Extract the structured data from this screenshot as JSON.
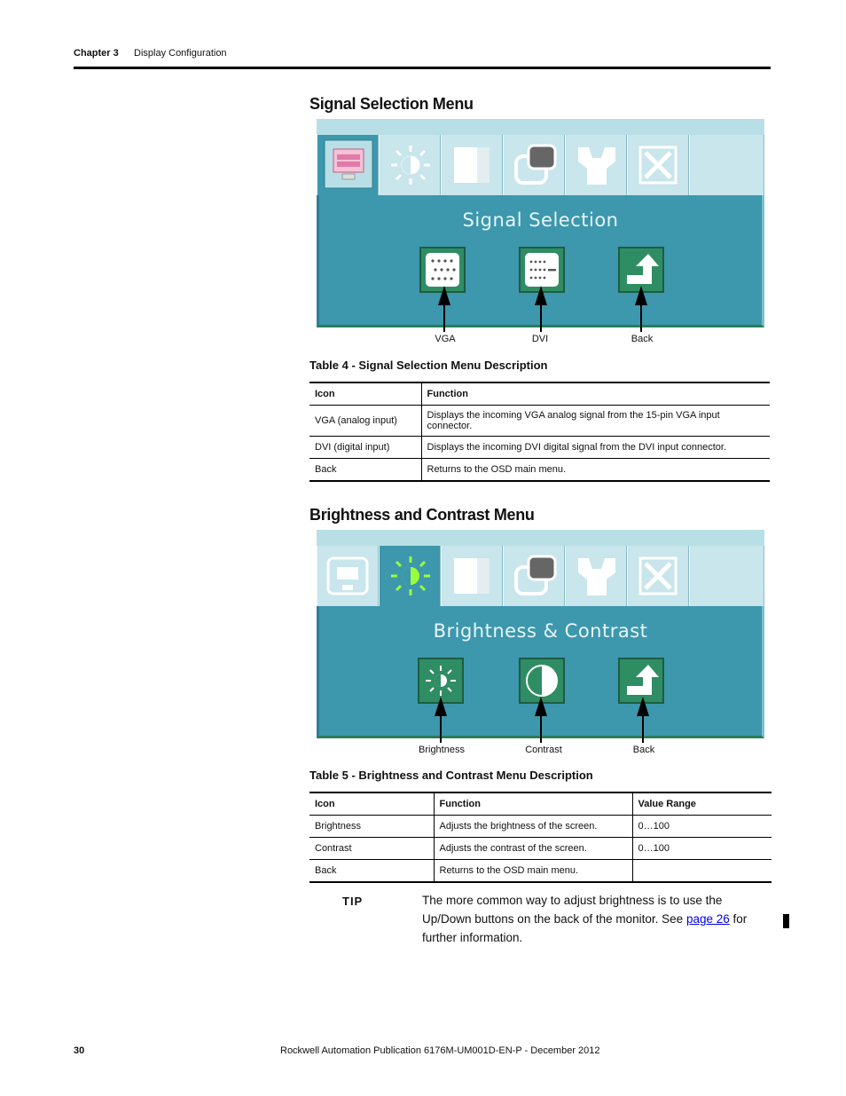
{
  "header": {
    "chapter": "Chapter 3",
    "title": "Display Configuration"
  },
  "signal": {
    "heading": "Signal Selection Menu",
    "osd_title": "Signal Selection",
    "labels": [
      "VGA",
      "DVI",
      "Back"
    ],
    "icons": [
      "vga-connector-icon",
      "dvi-connector-icon",
      "back-arrow-icon"
    ]
  },
  "table4": {
    "caption": "Table 4 - Signal Selection Menu Description",
    "headers": [
      "Icon",
      "Function"
    ],
    "rows": [
      [
        "VGA (analog input)",
        "Displays the incoming VGA analog signal from the 15-pin VGA input connector."
      ],
      [
        "DVI (digital input)",
        "Displays the incoming DVI digital signal from the DVI input connector."
      ],
      [
        "Back",
        "Returns to the OSD main menu."
      ]
    ]
  },
  "brightness": {
    "heading": "Brightness and Contrast Menu",
    "osd_title": "Brightness & Contrast",
    "labels": [
      "Brightness",
      "Contrast",
      "Back"
    ],
    "icons": [
      "sun-icon",
      "contrast-icon",
      "back-arrow-icon"
    ]
  },
  "table5": {
    "caption": "Table 5 - Brightness and Contrast Menu Description",
    "headers": [
      "Icon",
      "Function",
      "Value Range"
    ],
    "rows": [
      [
        "Brightness",
        "Adjusts the brightness of the screen.",
        "0…100"
      ],
      [
        "Contrast",
        "Adjusts the contrast of the screen.",
        "0…100"
      ],
      [
        "Back",
        "Returns to the OSD main menu.",
        ""
      ]
    ]
  },
  "tip": {
    "label": "TIP",
    "text_before": "The more common way to adjust brightness is to use the Up/Down buttons on the back of the monitor. See ",
    "link": "page 26",
    "text_after": " for further information."
  },
  "footer": {
    "page_number": "30",
    "publication": "Rockwell Automation Publication 6176M-UM001D-EN-P - December 2012"
  },
  "colors": {
    "osd_panel": "#3d97ad",
    "osd_tab": "#c8e6ec",
    "osd_button": "#2f8d64",
    "selected_sun": "#9aff3a"
  }
}
